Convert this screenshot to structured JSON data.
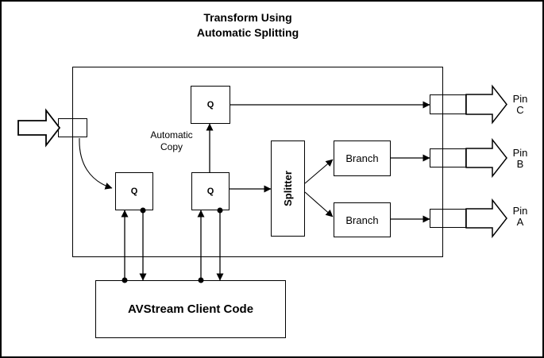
{
  "title": {
    "line1": "Transform Using",
    "line2": "Automatic Splitting"
  },
  "diagram": {
    "queues": [
      {
        "label": "Q"
      },
      {
        "label": "Q"
      },
      {
        "label": "Q"
      }
    ],
    "automatic_copy_label": {
      "line1": "Automatic",
      "line2": "Copy"
    },
    "splitter_label": "Splitter",
    "branches": [
      {
        "label": "Branch"
      },
      {
        "label": "Branch"
      }
    ],
    "client_code_label": "AVStream Client Code",
    "pins": [
      {
        "line1": "Pin",
        "line2": "C"
      },
      {
        "line1": "Pin",
        "line2": "B"
      },
      {
        "line1": "Pin",
        "line2": "A"
      }
    ],
    "colors": {
      "line": "#000000",
      "background": "#ffffff"
    }
  }
}
